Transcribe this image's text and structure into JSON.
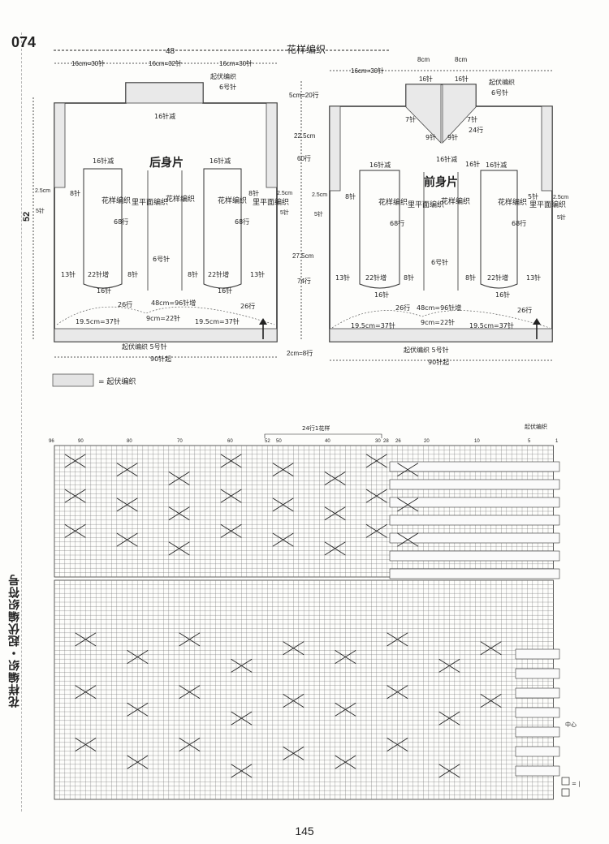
{
  "header": {
    "pattern_number": "074",
    "section_title": "花样编织"
  },
  "back": {
    "total_width": "48",
    "shoulder_left": "16cm=30针",
    "neck_width": "16cm=32针",
    "shoulder_right": "16cm=30针",
    "neck_garter": "起伏编织",
    "neck_needle": "6号针",
    "neck_decrease": "16针减",
    "title": "后身片",
    "panel_decrease_left": "16针减",
    "panel_decrease_right": "16针减",
    "pattern_left": "花样编织",
    "pattern_center": "花样编织",
    "pattern_right": "花样编织",
    "stockinette_left": "里平面编织",
    "stockinette_right": "里平面编织",
    "rows_left": "68行",
    "rows_right": "68行",
    "center_needle": "6号针",
    "side_left_stitches": "8针",
    "side_right_stitches": "8针",
    "lower_left": "13针",
    "lower_right": "13针",
    "increase_left": "22针增",
    "increase_right": "22针增",
    "mid_left": "8针",
    "mid_right": "8针",
    "bottom_left": "16针",
    "bottom_right": "16针",
    "rows_26_left": "26行",
    "rows_26_right": "26行",
    "increase_total": "48cm=96针增",
    "hem_left": "19.5cm=37针",
    "hem_center": "9cm=22针",
    "hem_right": "19.5cm=37针",
    "hem_garter": "起伏编织  5号针",
    "cast_on": "90针起",
    "height": "52",
    "armhole_band": "2.5cm",
    "armhole_stitches": "5针"
  },
  "middle": {
    "shoulder_depth": "5cm=20行",
    "yoke_depth": "22.5cm",
    "yoke_rows": "60行",
    "body_depth": "27.5cm",
    "body_rows": "74行",
    "hem_depth": "2cm=8行"
  },
  "front": {
    "shoulder_left": "16cm=30针",
    "neck_left_cm": "8cm",
    "neck_right_cm": "8cm",
    "neck_left_stitches": "16针",
    "neck_right_stitches": "16针",
    "neck_garter": "起伏编织",
    "neck_needle": "6号针",
    "neck_stitch_left": "7针",
    "neck_stitch_right": "7针",
    "neck_rows": "24行",
    "v_left": "9针",
    "v_right": "9针",
    "neck_decrease": "16针减",
    "side_neck": "16针",
    "title": "前身片",
    "panel_decrease_left": "16针减",
    "panel_decrease_right": "16针减",
    "pattern_left": "花样编织",
    "pattern_center": "花样编织",
    "pattern_right": "花样编织",
    "stockinette_left": "里平面编织",
    "stockinette_right": "里平面编织",
    "rows_left": "68行",
    "rows_right": "68行",
    "center_needle": "6号针",
    "side_left_stitches": "8针",
    "side_right_stitches": "5针",
    "lower_left": "13针",
    "lower_right": "13针",
    "increase_left": "22针增",
    "increase_right": "22针增",
    "mid_left": "8针",
    "mid_right": "8针",
    "bottom_left": "16针",
    "bottom_right": "16针",
    "rows_26_left": "26行",
    "rows_26_right": "26行",
    "increase_total": "48cm=96针增",
    "hem_left": "19.5cm=37针",
    "hem_center": "9cm=22针",
    "hem_right": "19.5cm=37针",
    "hem_garter": "起伏编织  5号针",
    "cast_on": "90针起",
    "armhole_band": "2.5cm",
    "armhole_stitches": "5针"
  },
  "legend": {
    "label": "= 起伏编织"
  },
  "chart": {
    "title": "花样编织・起伏编织符号",
    "column_labels": [
      "96",
      "90",
      "80",
      "70",
      "60",
      "52",
      "50",
      "40",
      "30",
      "28",
      "26",
      "20",
      "10",
      "5",
      "1"
    ],
    "repeat_label": "24行1花样",
    "garter_label": "起伏编织",
    "center_label": "中心",
    "symbol_legend": "= |"
  },
  "footer": {
    "page_number": "145"
  }
}
